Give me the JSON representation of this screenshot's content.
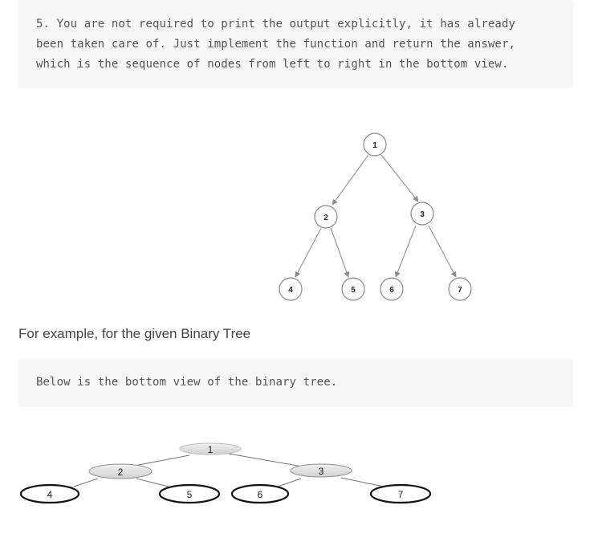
{
  "note": {
    "lines": [
      "5. You are not required to print the output explicitly, it has already",
      "been taken care of. Just implement the function and return the answer,",
      "which is the sequence of nodes from left to right in the bottom view."
    ]
  },
  "tree1": {
    "nodes": [
      "1",
      "2",
      "3",
      "4",
      "5",
      "6",
      "7"
    ]
  },
  "example_caption": "For example, for the given Binary Tree",
  "bottom_view_caption": "Below is the bottom view of the binary tree.",
  "tree2": {
    "nodes": [
      "1",
      "2",
      "3",
      "4",
      "5",
      "6",
      "7"
    ]
  }
}
